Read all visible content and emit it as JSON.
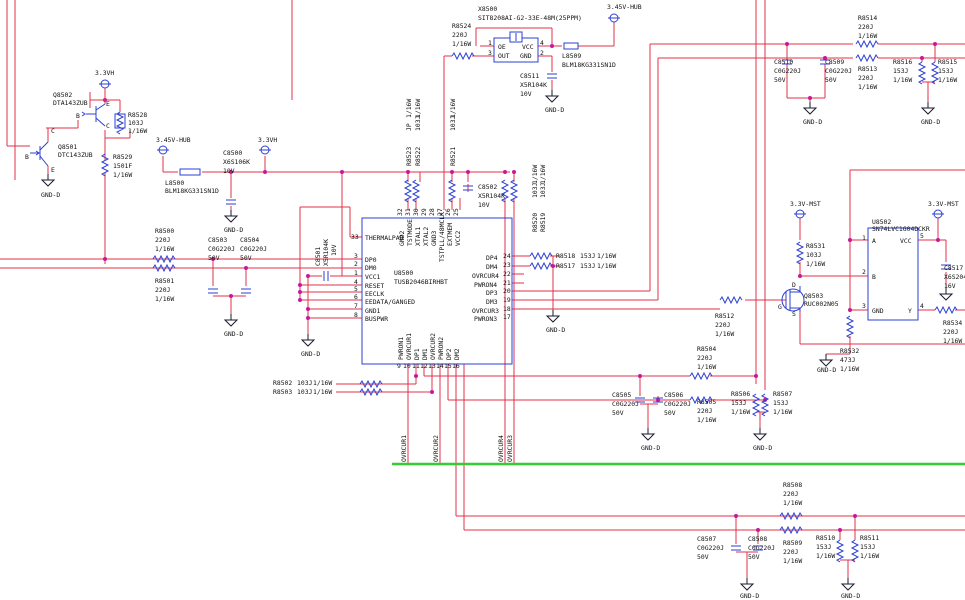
{
  "colors": {
    "wire": "#e0324a",
    "part": "#2b3fd4",
    "junction": "#c8189a",
    "bus": "#33cc33",
    "ground": "#1a1a2e"
  },
  "hub": {
    "ref": "U8500",
    "part": "TUSB2046BIRHBT",
    "left_pins": [
      {
        "num": "33",
        "name": "THERMALPAD"
      },
      {
        "num": "3",
        "name": "DP0"
      },
      {
        "num": "2",
        "name": "DM0"
      },
      {
        "num": "1",
        "name": "VCC1"
      },
      {
        "num": "4",
        "name": "RESET"
      },
      {
        "num": "5",
        "name": "EECLK"
      },
      {
        "num": "6",
        "name": "EEDATA/GANGED"
      },
      {
        "num": "7",
        "name": "GND1"
      },
      {
        "num": "8",
        "name": "BUSPWR"
      }
    ],
    "right_pins": [
      {
        "num": "24",
        "name": "DP4"
      },
      {
        "num": "23",
        "name": "DM4"
      },
      {
        "num": "22",
        "name": "OVRCUR4"
      },
      {
        "num": "21",
        "name": "PWRON4"
      },
      {
        "num": "20",
        "name": "DP3"
      },
      {
        "num": "19",
        "name": "DM3"
      },
      {
        "num": "18",
        "name": "OVRCUR3"
      },
      {
        "num": "17",
        "name": "PWRON3"
      }
    ],
    "top_pins": [
      {
        "num": "32",
        "name": "GND2"
      },
      {
        "num": "31",
        "name": "TSTMODE"
      },
      {
        "num": "30",
        "name": "XTAL1"
      },
      {
        "num": "29",
        "name": "XTAL2"
      },
      {
        "num": "28",
        "name": "GND3"
      },
      {
        "num": "27",
        "name": "TSTPLL/48MCLK"
      },
      {
        "num": "26",
        "name": "EXTMEM"
      },
      {
        "num": "25",
        "name": "VCC2"
      }
    ],
    "bottom_pins": [
      {
        "num": "9",
        "name": "PWRON1"
      },
      {
        "num": "10",
        "name": "OVRCUR1"
      },
      {
        "num": "11",
        "name": "DP1"
      },
      {
        "num": "12",
        "name": "DM1"
      },
      {
        "num": "13",
        "name": "OVRCUR2"
      },
      {
        "num": "14",
        "name": "PWRON2"
      },
      {
        "num": "15",
        "name": "DP2"
      },
      {
        "num": "16",
        "name": "DM2"
      }
    ]
  },
  "oscillator": {
    "ref": "X8500",
    "part": "SIT8208AI-G2-33E-48M(25PPM)",
    "pins": [
      "OE",
      "VCC",
      "OUT",
      "GND"
    ],
    "nums": [
      "1",
      "4",
      "3",
      "2"
    ]
  },
  "power": {
    "hub345": "3.45V-HUB",
    "v33h": "3.3VH",
    "v33mst": "3.3V-MST",
    "gnd": "GND-D"
  },
  "resistors": [
    {
      "ref": "R8524",
      "val": "220J",
      "pw": "1/16W"
    },
    {
      "ref": "R8528",
      "val": "103J",
      "pw": "1/16W"
    },
    {
      "ref": "R8529",
      "val": "1501F",
      "pw": "1/16W"
    },
    {
      "ref": "R8500",
      "val": "220J",
      "pw": "1/16W"
    },
    {
      "ref": "R8501",
      "val": "220J",
      "pw": "1/16W"
    },
    {
      "ref": "R8523",
      "val": "JP",
      "pw": "1/16W"
    },
    {
      "ref": "R8522",
      "val": "103J",
      "pw": "1/16W"
    },
    {
      "ref": "R8521",
      "val": "103J",
      "pw": "1/16W"
    },
    {
      "ref": "R8520",
      "val": "103J",
      "pw": "1/16W"
    },
    {
      "ref": "R8519",
      "val": "103J",
      "pw": "1/16W"
    },
    {
      "ref": "R8518",
      "val": "153J",
      "pw": "1/16W"
    },
    {
      "ref": "R8517",
      "val": "153J",
      "pw": "1/16W"
    },
    {
      "ref": "R8502",
      "val": "103J",
      "pw": "1/16W"
    },
    {
      "ref": "R8503",
      "val": "103J",
      "pw": "1/16W"
    },
    {
      "ref": "R8504",
      "val": "220J",
      "pw": "1/16W"
    },
    {
      "ref": "R8505",
      "val": "220J",
      "pw": "1/16W"
    },
    {
      "ref": "R8506",
      "val": "153J",
      "pw": "1/16W"
    },
    {
      "ref": "R8507",
      "val": "153J",
      "pw": "1/16W"
    },
    {
      "ref": "R8508",
      "val": "220J",
      "pw": "1/16W"
    },
    {
      "ref": "R8509",
      "val": "220J",
      "pw": "1/16W"
    },
    {
      "ref": "R8510",
      "val": "153J",
      "pw": "1/16W"
    },
    {
      "ref": "R8511",
      "val": "153J",
      "pw": "1/16W"
    },
    {
      "ref": "R8512",
      "val": "220J",
      "pw": "1/16W"
    },
    {
      "ref": "R8513",
      "val": "220J",
      "pw": "1/16W"
    },
    {
      "ref": "R8514",
      "val": "220J",
      "pw": "1/16W"
    },
    {
      "ref": "R8515",
      "val": "153J",
      "pw": "1/16W"
    },
    {
      "ref": "R8516",
      "val": "153J",
      "pw": "1/16W"
    },
    {
      "ref": "R8531",
      "val": "103J",
      "pw": "1/16W"
    },
    {
      "ref": "R8532",
      "val": "473J",
      "pw": "1/16W"
    },
    {
      "ref": "R8534",
      "val": "220J",
      "pw": "1/16W"
    }
  ],
  "capacitors": [
    {
      "ref": "C8500",
      "val": "X6S106K",
      "v": "10V"
    },
    {
      "ref": "C8501",
      "val": "X5R104K",
      "v": "10V"
    },
    {
      "ref": "C8502",
      "val": "X5R104K",
      "v": "10V"
    },
    {
      "ref": "C8503",
      "val": "C0G220J",
      "v": "50V"
    },
    {
      "ref": "C8504",
      "val": "C0G220J",
      "v": "50V"
    },
    {
      "ref": "C8505",
      "val": "C0G220J",
      "v": "50V"
    },
    {
      "ref": "C8506",
      "val": "C0G220J",
      "v": "50V"
    },
    {
      "ref": "C8507",
      "val": "C0G220J",
      "v": "50V"
    },
    {
      "ref": "C8508",
      "val": "C0G220J",
      "v": "50V"
    },
    {
      "ref": "C8509",
      "val": "C0G220J",
      "v": "50V"
    },
    {
      "ref": "C8510",
      "val": "C0G220J",
      "v": "50V"
    },
    {
      "ref": "C8511",
      "val": "X5R104K",
      "v": "10V"
    },
    {
      "ref": "C8517",
      "val": "X6S204",
      "v": "16V"
    }
  ],
  "inductors": [
    {
      "ref": "L8500",
      "val": "BLM18KG331SN1D"
    },
    {
      "ref": "L8509",
      "val": "BLM18KG331SN1D"
    }
  ],
  "transistors": [
    {
      "ref": "Q8502",
      "part": "DTA143ZUB"
    },
    {
      "ref": "Q8501",
      "part": "DTC143ZUB"
    },
    {
      "ref": "Q8503",
      "part": "RUC002N05"
    }
  ],
  "buffer": {
    "ref": "U8502",
    "part": "SN74LVC1G04DCKR",
    "pins": {
      "A": "A",
      "VCC": "VCC",
      "B": "B",
      "GND": "GND",
      "Y": "Y"
    }
  },
  "bus_labels": [
    "OVRCUR1",
    "OVRCUR2",
    "OVRCUR4",
    "OVRCUR3"
  ],
  "pin_marks": {
    "B": "B",
    "E": "E",
    "C": "C",
    "G": "G",
    "D": "D",
    "S": "S",
    "n1": "1",
    "n2": "2",
    "n3": "3",
    "n4": "4",
    "n5": "5"
  }
}
